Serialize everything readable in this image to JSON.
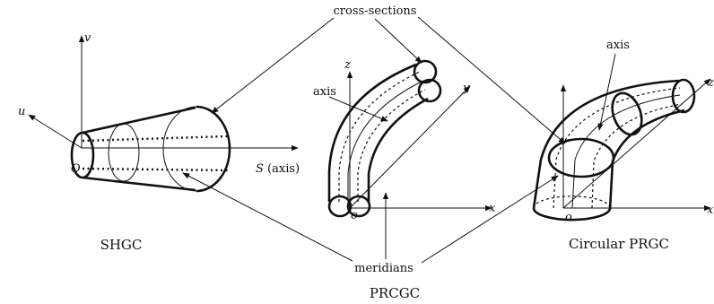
{
  "annotations": {
    "cross_sections": "cross-sections",
    "meridians": "meridians",
    "axis_prcgc": "axis",
    "axis_circular": "axis"
  },
  "shgc": {
    "caption": "SHGC",
    "axis_v": "v",
    "axis_u": "u",
    "origin": "O",
    "axis_s_letter": "S",
    "axis_s_suffix": "(axis)"
  },
  "prcgc": {
    "caption": "PRCGC",
    "axis_z": "z",
    "axis_y": "y",
    "axis_x": "x",
    "origin": "o"
  },
  "circular_prgc": {
    "caption": "Circular PRGC",
    "axis_z": "z",
    "axis_x": "x",
    "origin": "o"
  },
  "colors": {
    "ink": "#111111",
    "background": "#ffffff"
  }
}
